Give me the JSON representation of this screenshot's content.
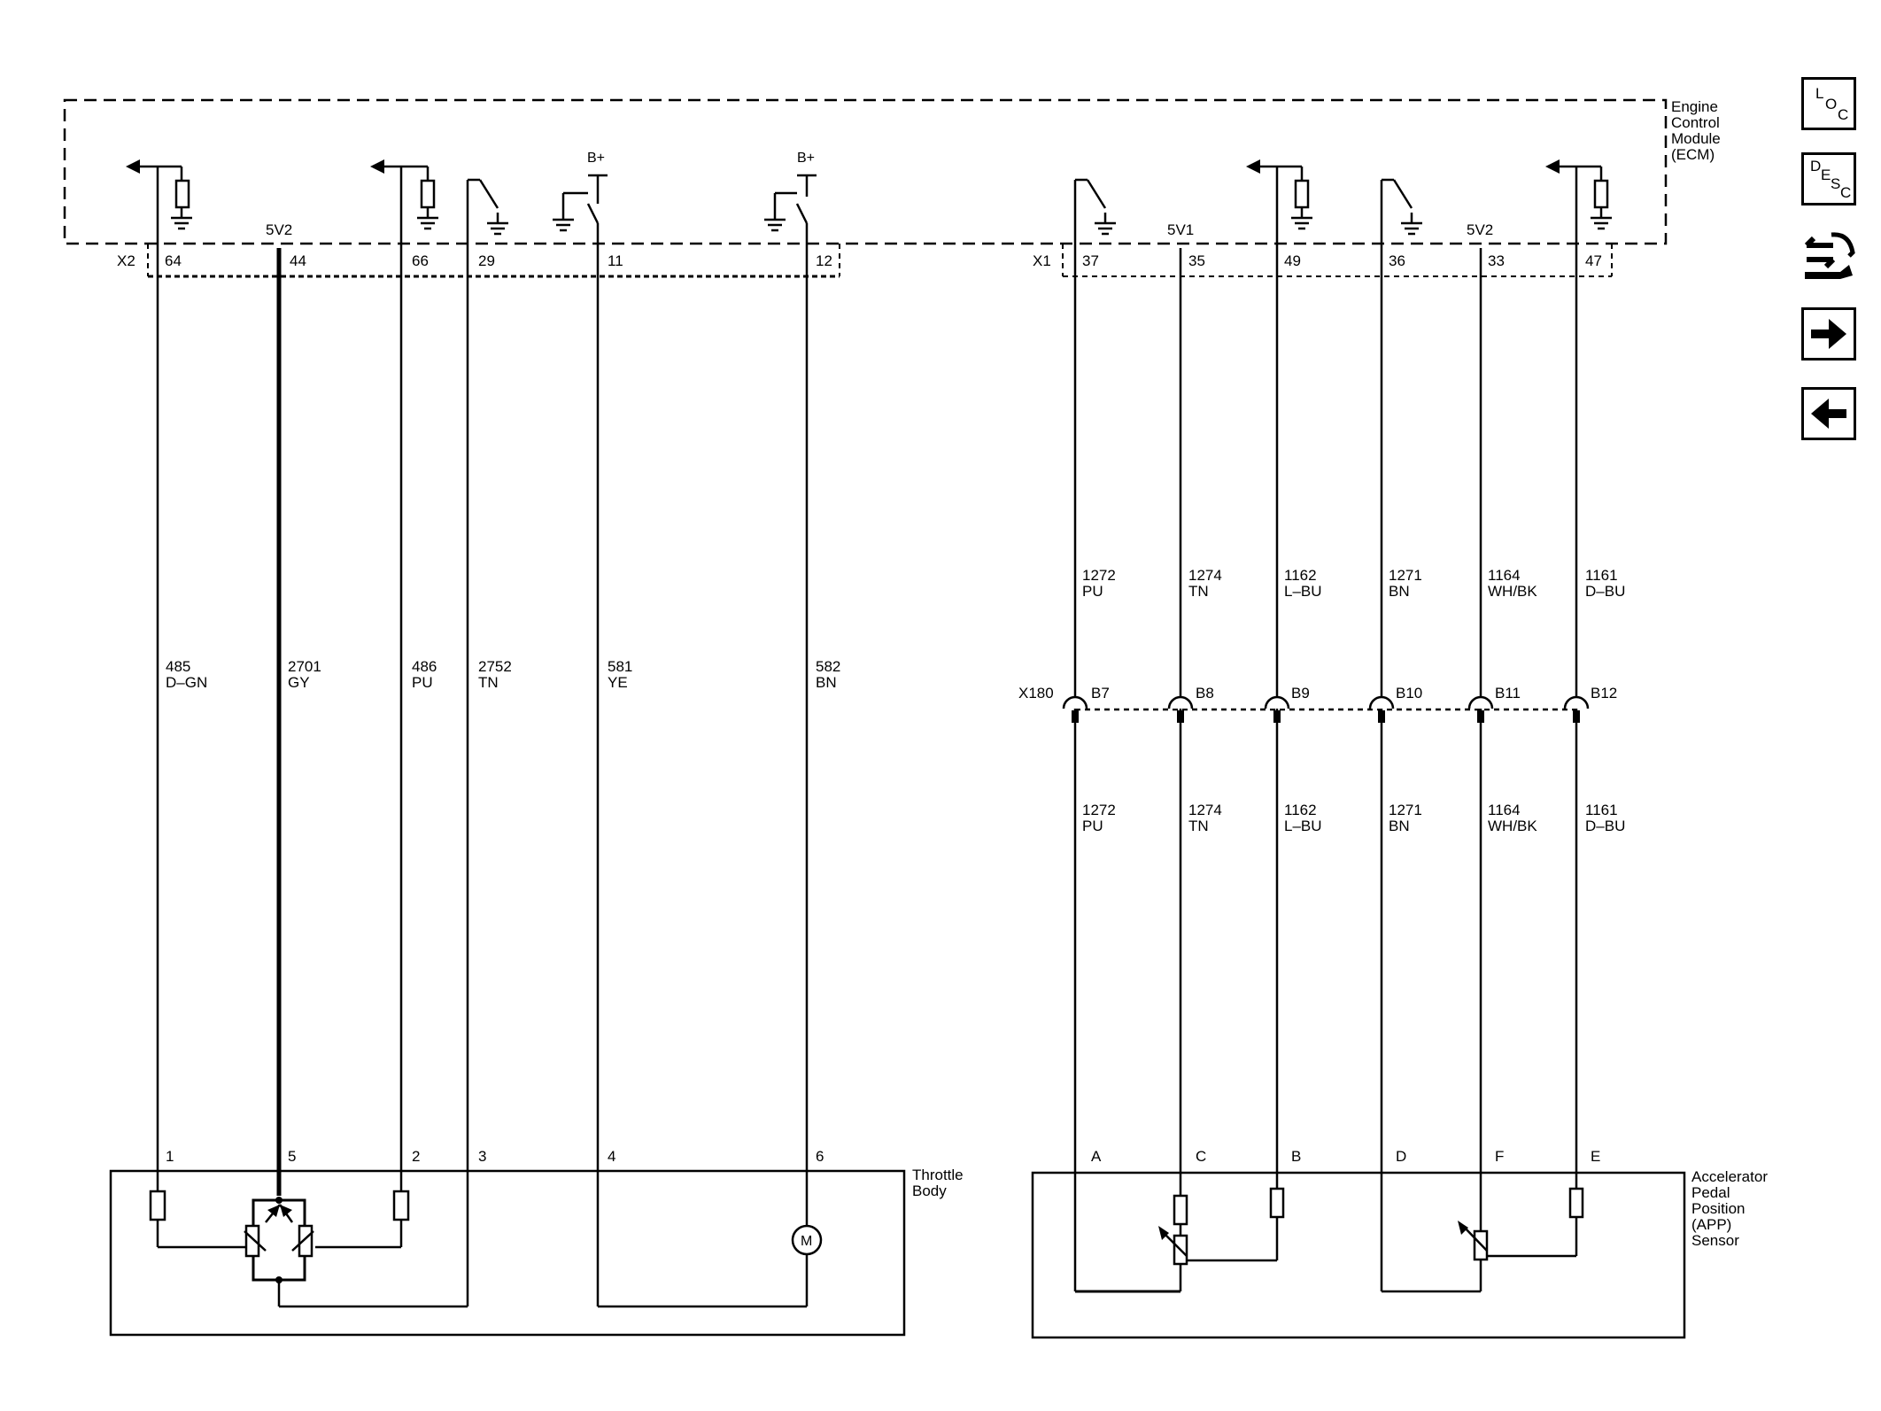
{
  "ecm": {
    "title_lines": [
      "Engine",
      "Control",
      "Module",
      "(ECM)"
    ],
    "bplus": "B+",
    "ref_labels": [
      "5V2",
      "5V1",
      "5V2"
    ]
  },
  "connectors": {
    "x2": {
      "name": "X2",
      "pins": [
        "64",
        "44",
        "66",
        "29",
        "11",
        "12"
      ]
    },
    "x1": {
      "name": "X1",
      "pins": [
        "37",
        "35",
        "49",
        "36",
        "33",
        "47"
      ]
    },
    "x180": {
      "name": "X180",
      "pins": [
        "B7",
        "B8",
        "B9",
        "B10",
        "B11",
        "B12"
      ]
    }
  },
  "throttle_wires": [
    {
      "circuit": "485",
      "color": "D–GN"
    },
    {
      "circuit": "2701",
      "color": "GY"
    },
    {
      "circuit": "486",
      "color": "PU"
    },
    {
      "circuit": "2752",
      "color": "TN"
    },
    {
      "circuit": "581",
      "color": "YE"
    },
    {
      "circuit": "582",
      "color": "BN"
    }
  ],
  "app_wires": [
    {
      "circuit": "1272",
      "color": "PU"
    },
    {
      "circuit": "1274",
      "color": "TN"
    },
    {
      "circuit": "1162",
      "color": "L–BU"
    },
    {
      "circuit": "1271",
      "color": "BN"
    },
    {
      "circuit": "1164",
      "color": "WH/BK"
    },
    {
      "circuit": "1161",
      "color": "D–BU"
    }
  ],
  "throttle_body": {
    "title_lines": [
      "Throttle",
      "Body"
    ],
    "pins": [
      "1",
      "5",
      "2",
      "3",
      "4",
      "6"
    ],
    "motor": "M"
  },
  "app_sensor": {
    "title_lines": [
      "Accelerator",
      "Pedal",
      "Position",
      "(APP)",
      "Sensor"
    ],
    "pins": [
      "A",
      "C",
      "B",
      "D",
      "F",
      "E"
    ]
  },
  "nav": {
    "loc": {
      "l": "L",
      "o": "O",
      "c": "C"
    },
    "desc": {
      "d": "D",
      "e": "E",
      "s": "S",
      "c": "C"
    },
    "icons": [
      "connector-tools-icon",
      "arrow-right-icon",
      "arrow-left-icon"
    ]
  }
}
